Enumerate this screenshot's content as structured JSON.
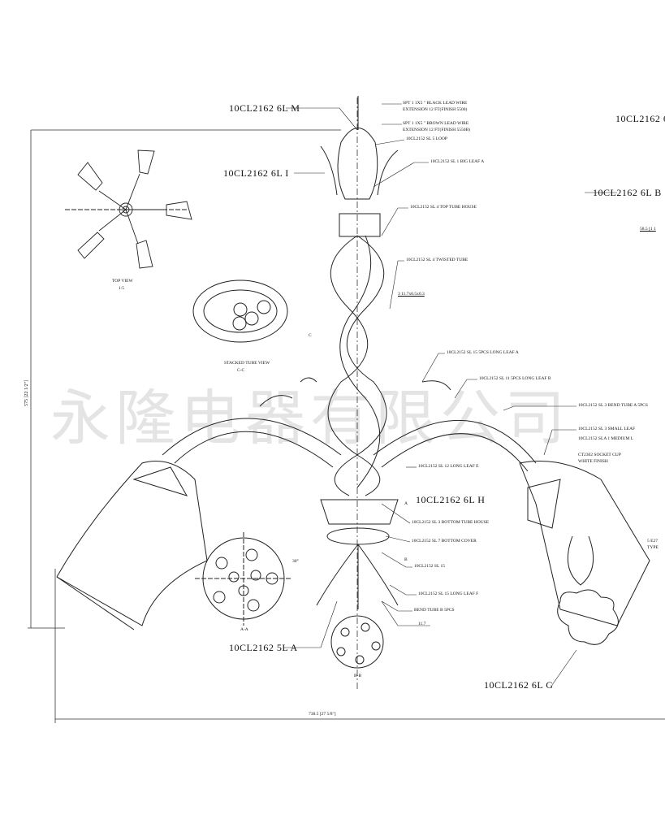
{
  "watermark": "永隆电器有限公司",
  "part_labels": {
    "m": "10CL2162 6L M",
    "i": "10CL2162 6L I",
    "top_right": "10CL2162 6",
    "b": "10CL2162 6L B",
    "h": "10CL2162 6L H",
    "a": "10CL2162 5L A",
    "g": "10CL2162 6L G"
  },
  "callouts": {
    "wire_black_1": "SPT 1 1X5 \" BLACK LEAD WIRE",
    "wire_black_2": "EXTENSION 12 FT(FINISH 5500)",
    "wire_brown_1": "SPT 1 1X5 \" BROWN LEAD WIRE",
    "wire_brown_2": "EXTENSION 12 FT(FINISH 5550B)",
    "loop": "10CL2152 SL 5 LOOP",
    "big_leaf": "10CL2152 SL 1 BIG LEAF A",
    "top_tube_house": "10CL2152 SL 4 TOP TUBE HOUSE",
    "twisted_tube": "10CL2152 SL 4 TWISTED TUBE",
    "dim_117_top": "3  11.7x0.5x0.3",
    "long_leaf_a": "10CL2152 SL 15 5PCS LONG LEAF A",
    "long_leaf_b": "10CL2152 SL 11 5PCS LONG LEAF B",
    "bend_tube_a": "10CL2152 SL 3  BEND TUBE A 5PCS",
    "small_leaf": "10CL2152 SL 3 SMALL LEAF",
    "sla": "10CL2152 SLA 1 MEDIUM L",
    "socket_1": "CT2302 SOCKET CUP",
    "socket_2": "WHITE FINISH",
    "long_leaf_e": "10CL2152 SL 12 LONG LEAF E",
    "bottom_tube_house": "10CL2152 SL 3 BOTTOM TUBE HOUSE",
    "bottom_cover": "10CL2152 SL 7 BOTTOM COVER",
    "sl15": "10CL2152 SL 15",
    "long_leaf_f": "10CL2152 SL 15  LONG LEAF F",
    "bend_tube_b": "BEND TUBE B 5PCS",
    "dim_117": "11.7",
    "bulb_1": "5 E27",
    "bulb_2": "TYPE"
  },
  "views": {
    "top_view": "TOP VIEW",
    "top_scale": "1:5",
    "stacked": "STACKED TUBE VIEW",
    "stacked_sec": "C-C",
    "aa": "A-A",
    "bb": "B-B",
    "sec_a": "A",
    "sec_b": "B",
    "sec_c": "C"
  },
  "dimensions": {
    "width": "738.5 [27 5/8\"]",
    "height": "575 [22 1/2\"]",
    "right": "58.5 [1 1",
    "angle": "30°"
  }
}
